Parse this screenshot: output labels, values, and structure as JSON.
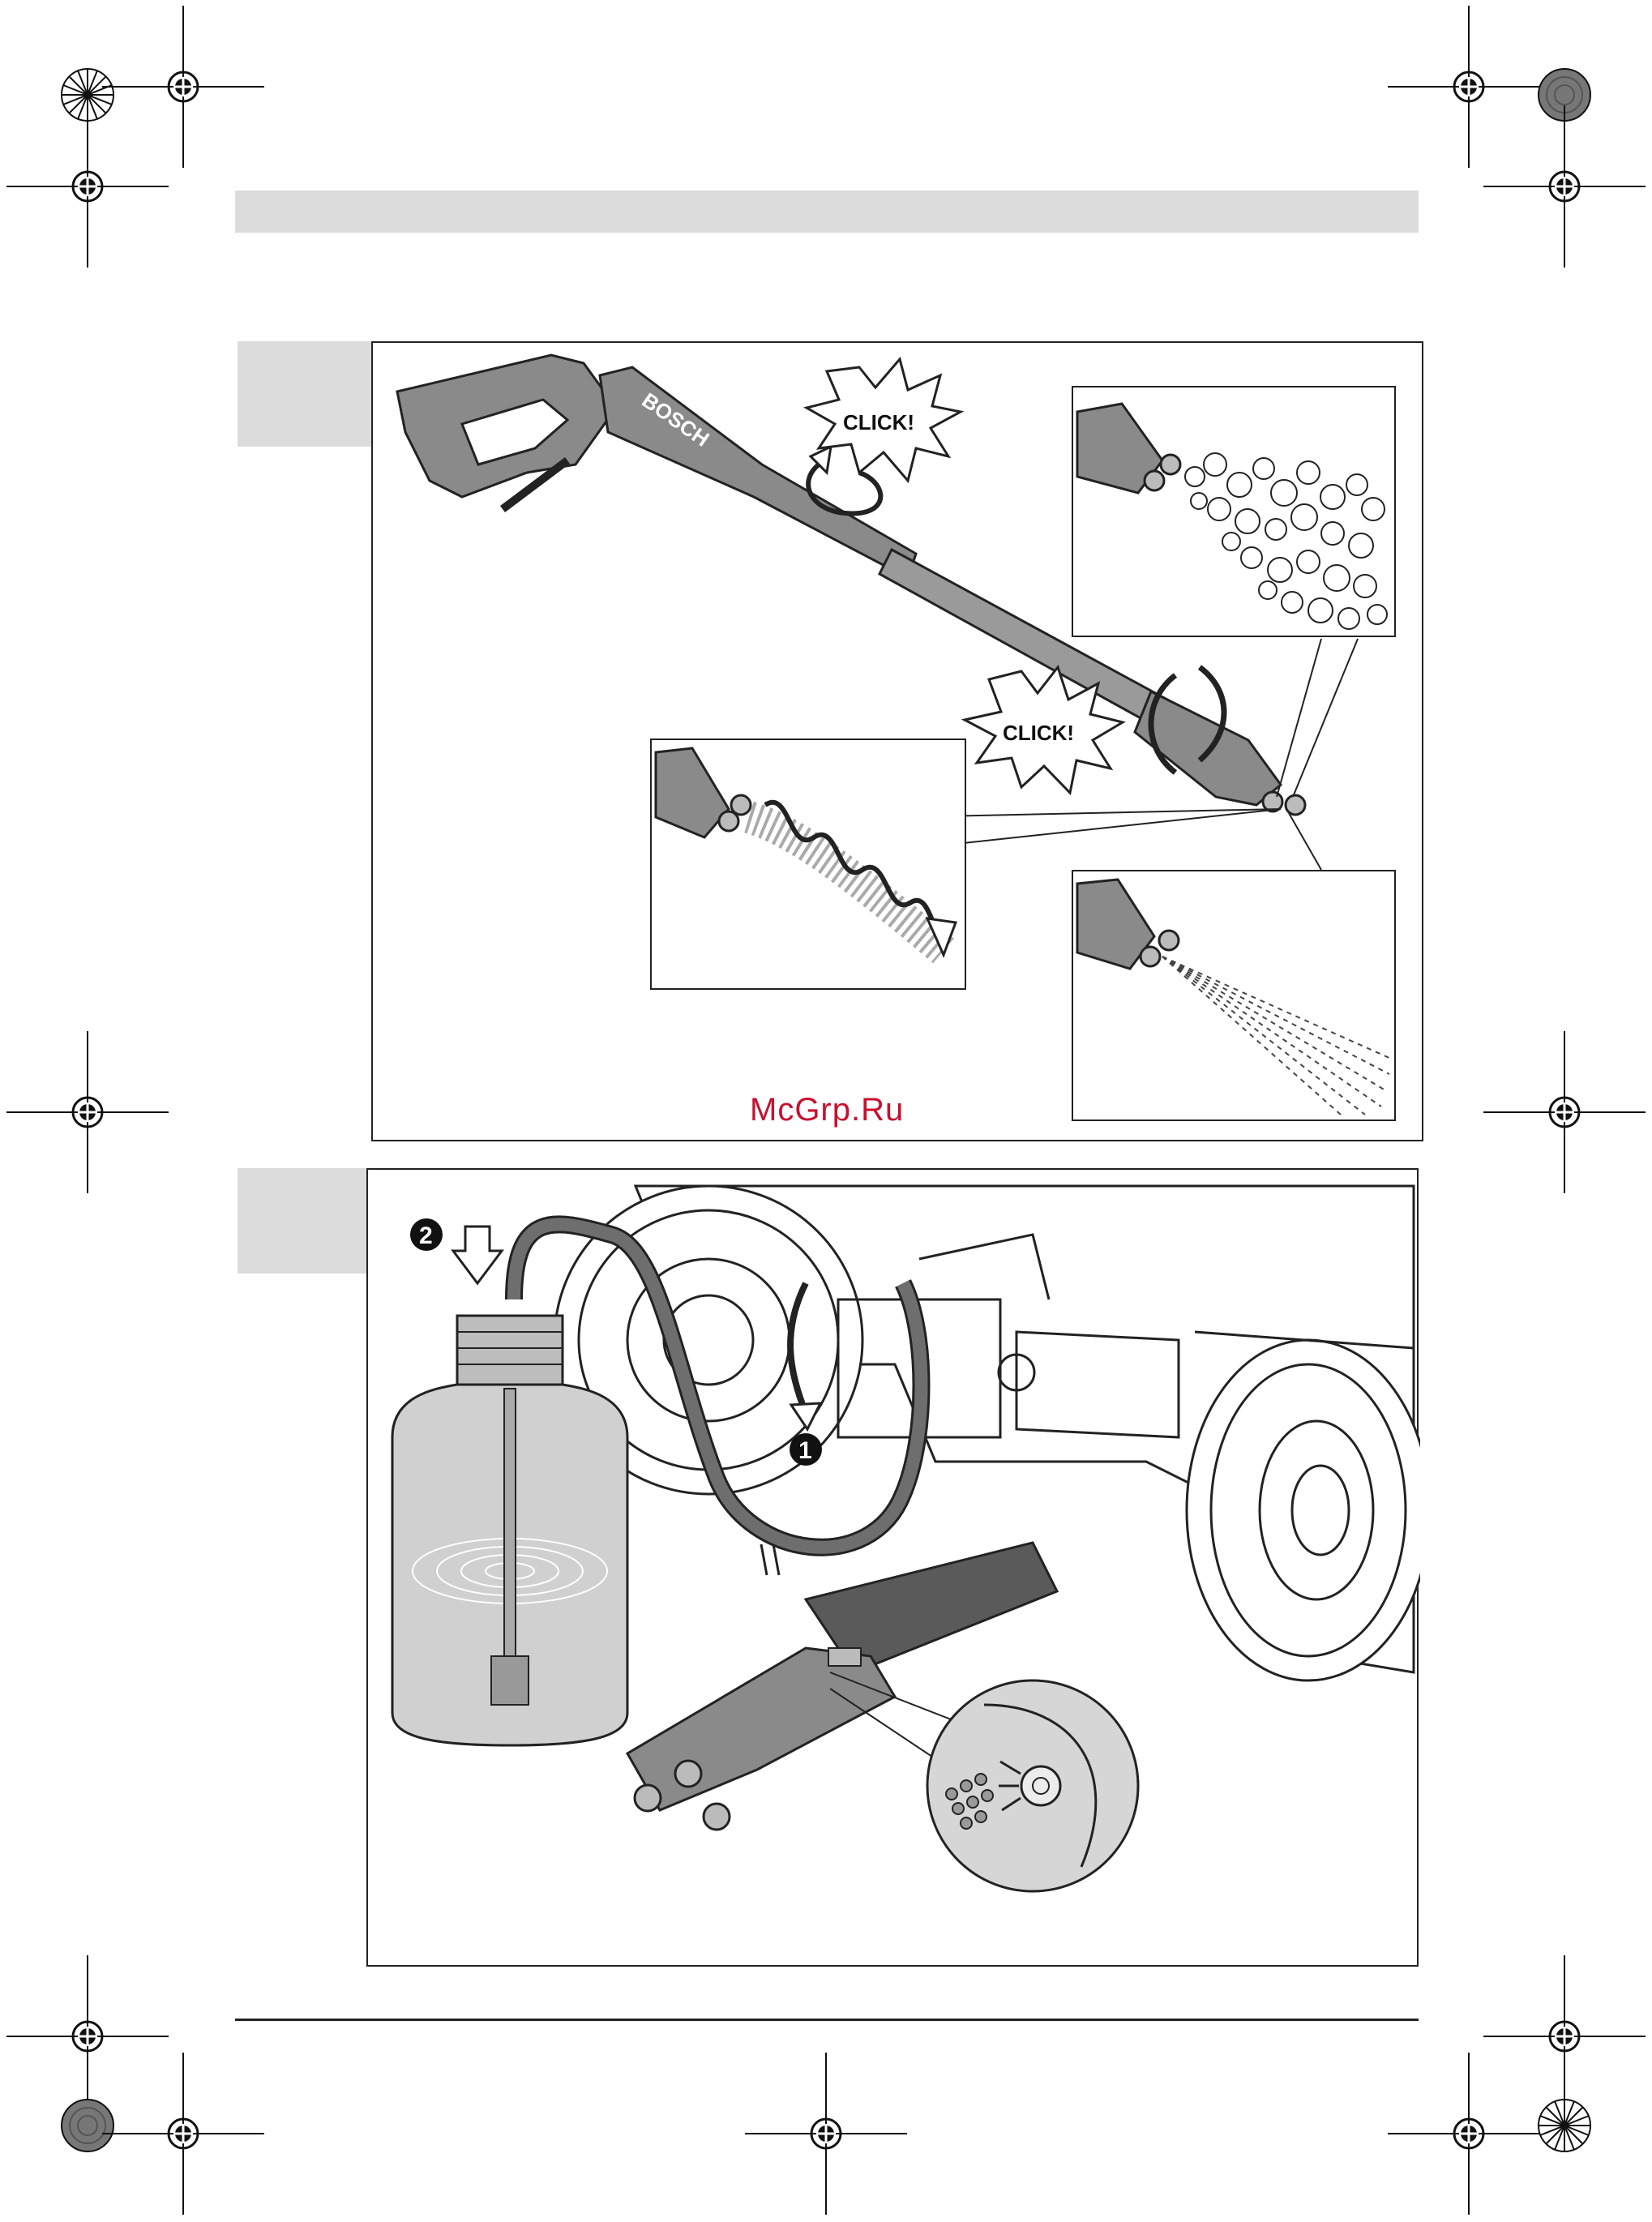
{
  "header_bar": {
    "text": ""
  },
  "figure1": {
    "tab_label": "",
    "click_label_1": "CLICK!",
    "click_label_2": "CLICK!",
    "gun_brand": "BOSCH",
    "insets": [
      "foam-spray",
      "rotating-jet",
      "fan-spray"
    ]
  },
  "watermark": "McGrp.Ru",
  "figure2": {
    "tab_label": "",
    "step_1": "1",
    "step_2": "2"
  },
  "colors": {
    "header_gray": "#dcdcdc",
    "gun_gray": "#8a8a8a",
    "hose_gray": "#6e6e6e",
    "bottle_gray": "#bdbdbd",
    "watermark_red": "#c8102e"
  }
}
